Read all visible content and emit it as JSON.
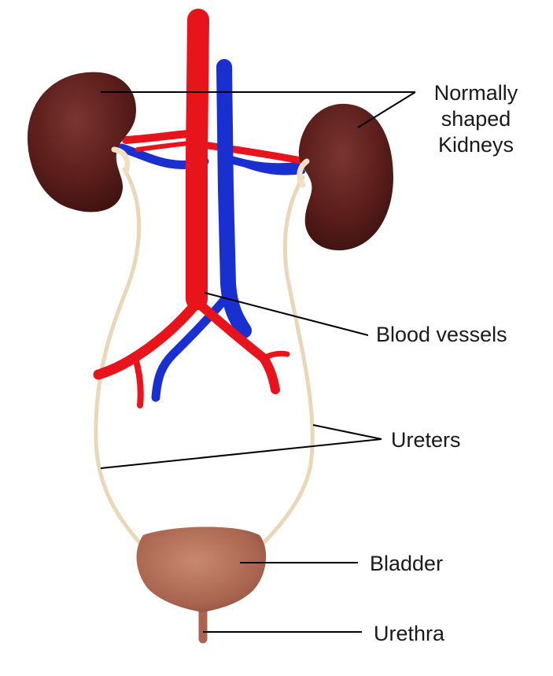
{
  "labels": {
    "kidneys": [
      "Normally",
      "shaped",
      "Kidneys"
    ],
    "blood_vessels": "Blood vessels",
    "ureters": "Ureters",
    "bladder": "Bladder",
    "urethra": "Urethra"
  },
  "colors": {
    "kidney": "#5e1f1c",
    "artery": "#e8141c",
    "vein": "#1a2fd0",
    "ureter": "#ecdcc0",
    "bladder": "#b2705a",
    "leader_line": "#000000"
  }
}
